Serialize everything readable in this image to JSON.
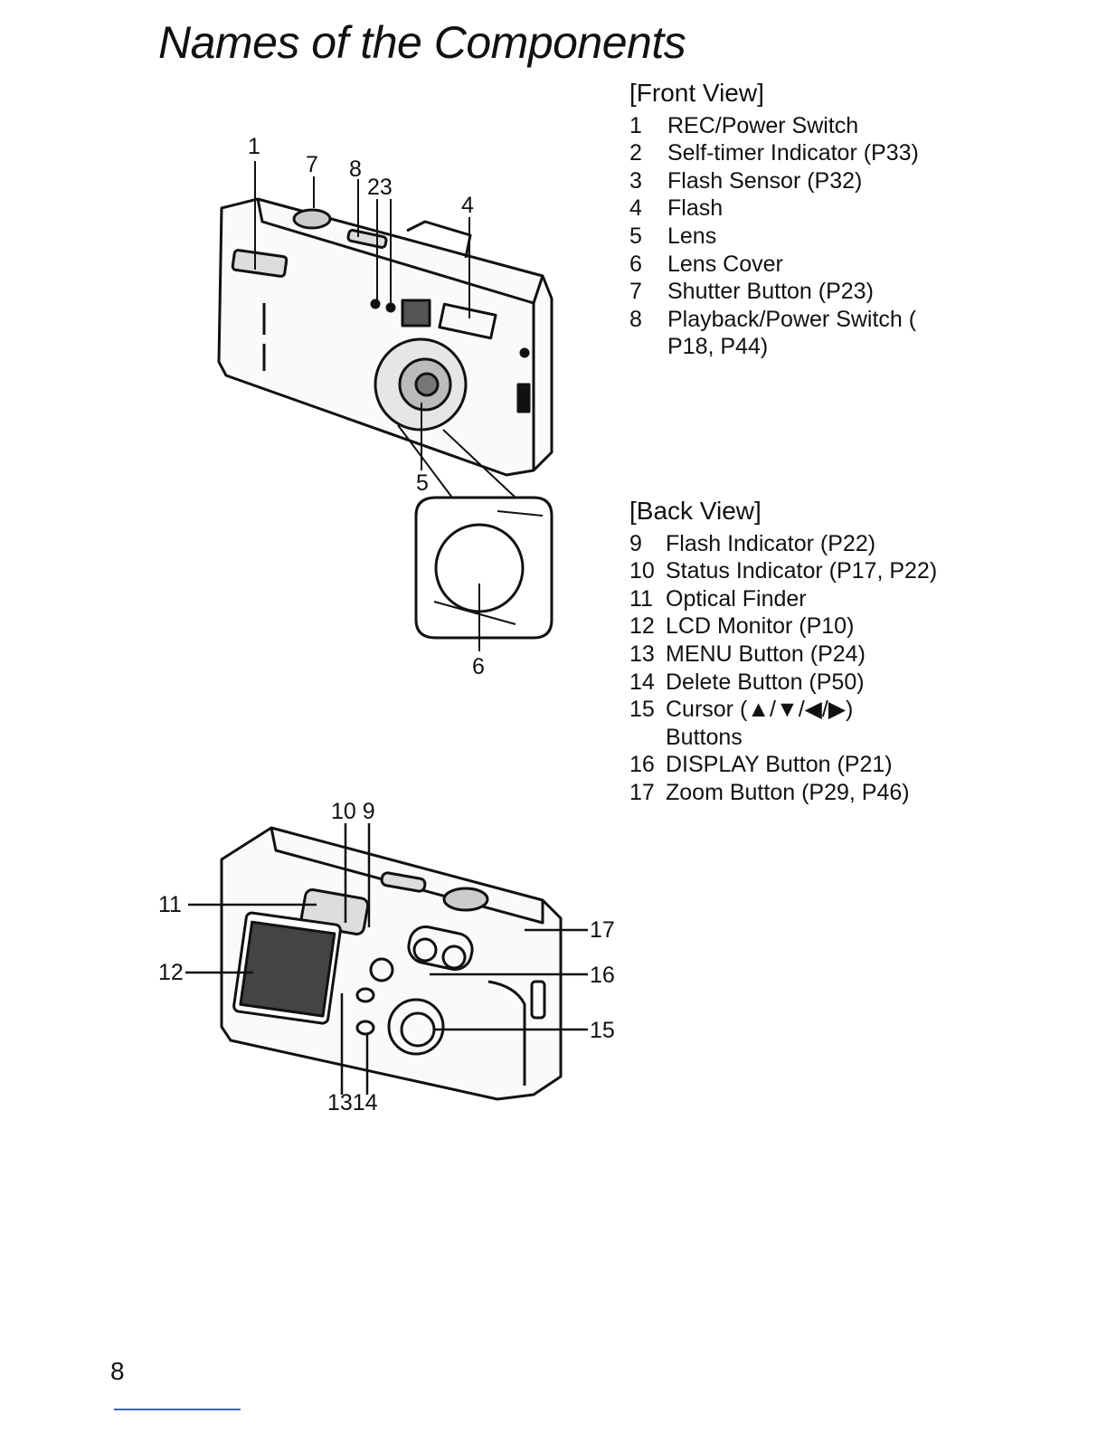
{
  "page": {
    "title": "Names of the Components",
    "page_number": "8"
  },
  "front_view": {
    "heading": "[Front View]",
    "items": [
      {
        "num": "1",
        "label": "REC/Power Switch"
      },
      {
        "num": "2",
        "label": "Self-timer Indicator (P33)"
      },
      {
        "num": "3",
        "label": "Flash Sensor (P32)"
      },
      {
        "num": "4",
        "label": "Flash"
      },
      {
        "num": "5",
        "label": "Lens"
      },
      {
        "num": "6",
        "label": "Lens Cover"
      },
      {
        "num": "7",
        "label": "Shutter Button (P23)"
      },
      {
        "num": "8",
        "label": "Playback/Power Switch ( P18, P44)"
      }
    ],
    "callouts": {
      "c1": "1",
      "c7": "7",
      "c8": "8",
      "c23": "23",
      "c4": "4",
      "c5": "5",
      "c6": "6"
    }
  },
  "back_view": {
    "heading": "[Back View]",
    "items": [
      {
        "num": "9",
        "label": "Flash Indicator (P22)"
      },
      {
        "num": "10",
        "label": "Status Indicator (P17, P22)"
      },
      {
        "num": "11",
        "label": "Optical Finder"
      },
      {
        "num": "12",
        "label": "LCD Monitor (P10)"
      },
      {
        "num": "13",
        "label": "MENU Button (P24)"
      },
      {
        "num": "14",
        "label": "Delete Button (P50)"
      },
      {
        "num": "15",
        "label": "Cursor (▲/▼/◀/▶) Buttons"
      },
      {
        "num": "16",
        "label": "DISPLAY Button (P21)"
      },
      {
        "num": "17",
        "label": "Zoom Button (P29, P46)"
      }
    ],
    "callouts": {
      "c109": "10 9",
      "c11": "11",
      "c12": "12",
      "c17": "17",
      "c16": "16",
      "c15": "15",
      "c1314": "1314"
    }
  },
  "colors": {
    "ink": "#111111",
    "footer_rule": "#3a5fd0"
  }
}
